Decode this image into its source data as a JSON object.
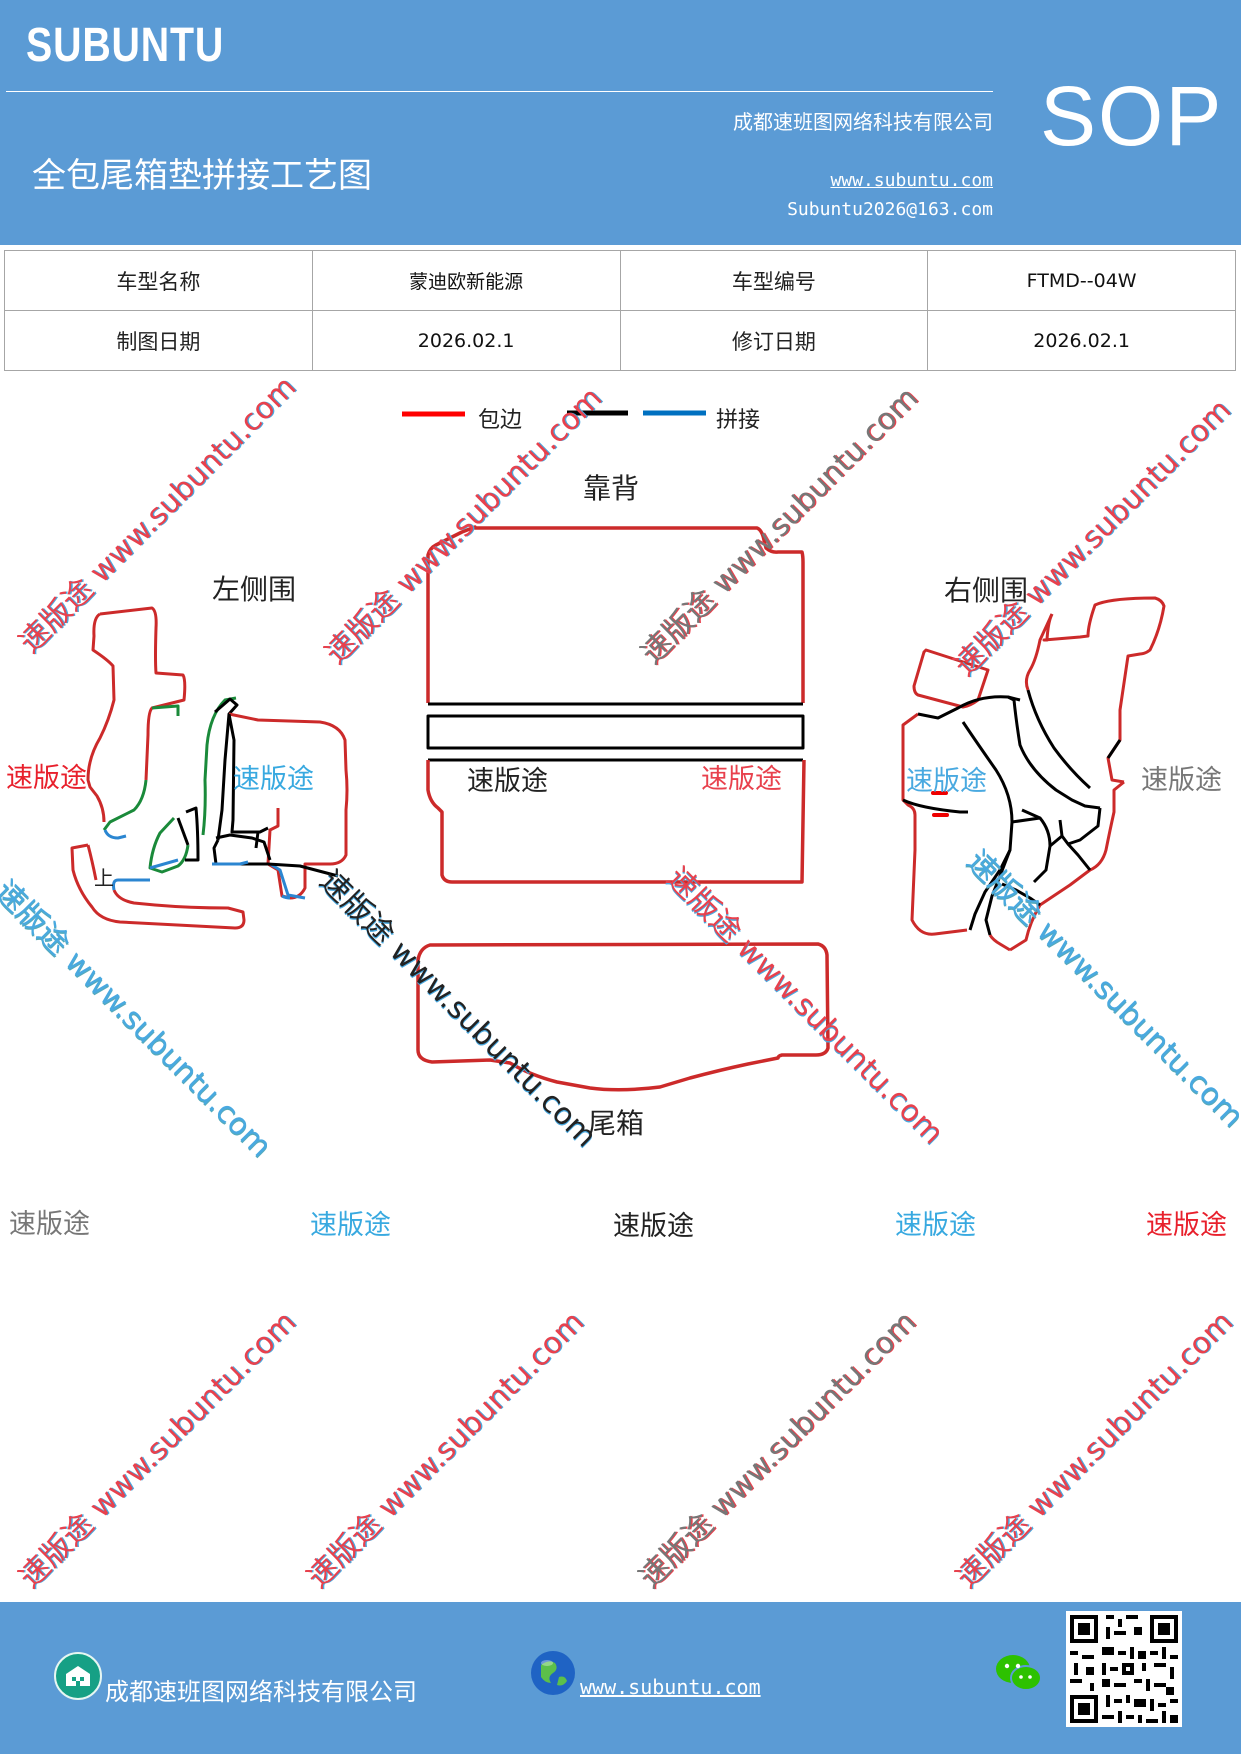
{
  "header": {
    "brand": "SUBUNTU",
    "company": "成都速班图网络科技有限公司",
    "title": "全包尾箱垫拼接工艺图",
    "website": "www.subuntu.com",
    "email": "Subuntu2026@163.com",
    "badge": "SOP"
  },
  "info_table": {
    "model_name_label": "车型名称",
    "model_name_value": "蒙迪欧新能源",
    "model_code_label": "车型编号",
    "model_code_value": "FTMD--04W",
    "draw_date_label": "制图日期",
    "draw_date_value": "2026.02.1",
    "revise_date_label": "修订日期",
    "revise_date_value": "2026.02.1"
  },
  "legend": {
    "edge_label": "包边",
    "splice_label": "拼接",
    "edge_color": "#ff0000",
    "black_color": "#000000",
    "splice_color": "#0070c0"
  },
  "diagram": {
    "backrest_label": "靠背",
    "left_side_label": "左侧围",
    "right_side_label": "右侧围",
    "trunk_label": "尾箱",
    "up_label": "上"
  },
  "watermark": {
    "brand_cn": "速版途",
    "url": "www.subuntu.com",
    "full": "速版途 www.subuntu.com"
  },
  "footer": {
    "company": "成都速班图网络科技有限公司",
    "website": "www.subuntu.com"
  },
  "colors": {
    "brand_blue": "#5b9bd5",
    "watermark_red": "#e8414d",
    "watermark_blue": "#49a9e0"
  },
  "icons": [
    "building-icon",
    "globe-icon",
    "wechat-icon",
    "qr-code-icon"
  ]
}
